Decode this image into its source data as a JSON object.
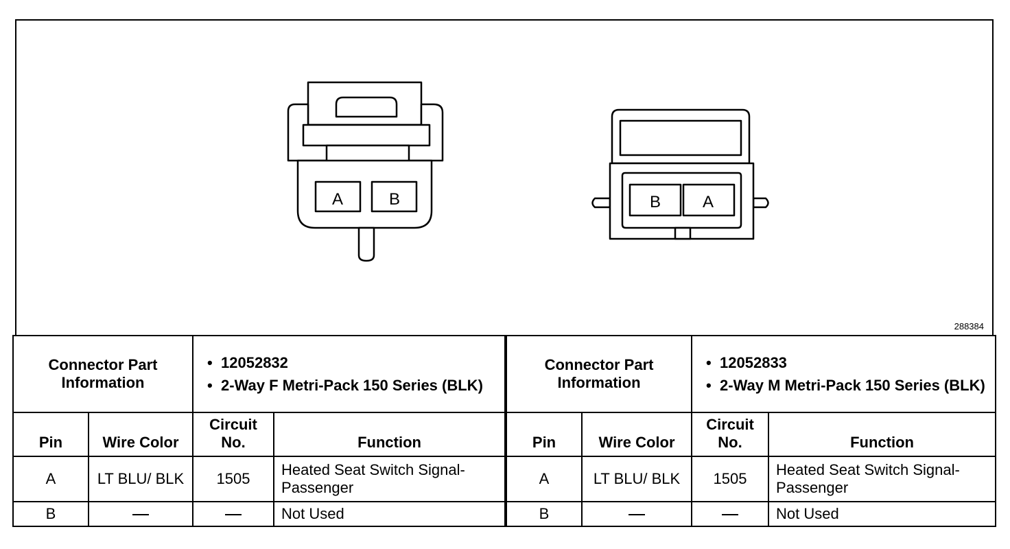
{
  "figure_id": "288384",
  "connectors": [
    {
      "pin_labels": [
        "A",
        "B"
      ],
      "info_label": "Connector Part Information",
      "part_info": [
        "12052832",
        "2-Way F Metri-Pack 150 Series (BLK)"
      ],
      "headers": {
        "pin": "Pin",
        "wire": "Wire Color",
        "circuit": "Circuit No.",
        "function": "Function"
      },
      "rows": [
        {
          "pin": "A",
          "wire": "LT BLU/ BLK",
          "circuit": "1505",
          "function": "Heated Seat Switch Signal-Passenger"
        },
        {
          "pin": "B",
          "wire": "",
          "circuit": "",
          "function": "Not Used"
        }
      ]
    },
    {
      "pin_labels": [
        "B",
        "A"
      ],
      "info_label": "Connector Part Information",
      "part_info": [
        "12052833",
        "2-Way M Metri-Pack 150 Series (BLK)"
      ],
      "headers": {
        "pin": "Pin",
        "wire": "Wire Color",
        "circuit": "Circuit No.",
        "function": "Function"
      },
      "rows": [
        {
          "pin": "A",
          "wire": "LT BLU/ BLK",
          "circuit": "1505",
          "function": "Heated Seat Switch Signal-Passenger"
        },
        {
          "pin": "B",
          "wire": "",
          "circuit": "",
          "function": "Not Used"
        }
      ]
    }
  ]
}
